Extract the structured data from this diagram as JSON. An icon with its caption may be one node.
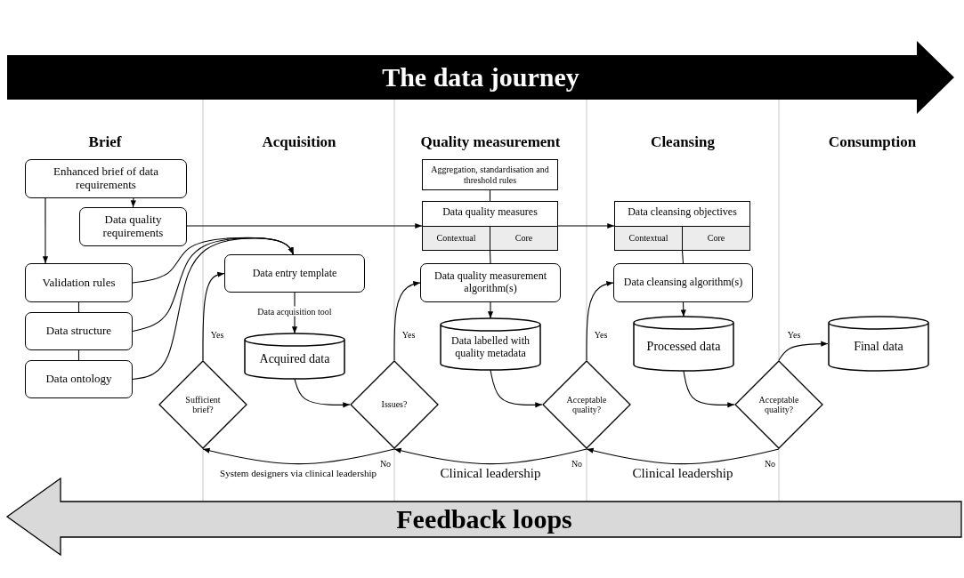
{
  "diagram": {
    "nodes": [
      {
        "text": [
          "The data journey"
        ]
      },
      {
        "text": [
          "Feedback loops"
        ]
      },
      {
        "text": [
          "Enhanced brief of data requirements"
        ]
      },
      {
        "text": [
          "Data quality requirements"
        ]
      },
      {
        "text": [
          "Validation rules"
        ]
      },
      {
        "text": [
          "Data structure"
        ]
      },
      {
        "text": [
          "Data ontology"
        ]
      },
      {
        "text": [
          "Data entry template"
        ]
      },
      {
        "text": [
          "Acquired data"
        ]
      },
      {
        "text": [
          "Sufficient brief?"
        ]
      },
      {
        "text": [
          "Aggregation, standardisation and threshold rules"
        ]
      },
      {
        "text": [
          "Data quality measures"
        ]
      },
      {
        "text": [
          "Contextual"
        ],
        "in": 11
      },
      {
        "text": [
          "Core"
        ],
        "in": 11
      },
      {
        "text": [
          "Data quality measurement algorithm(s)"
        ]
      },
      {
        "text": [
          "Data labelled with quality metadata"
        ]
      },
      {
        "text": [
          "Issues?"
        ]
      },
      {
        "text": [
          "Data cleansing objectives"
        ]
      },
      {
        "text": [
          "Contextual"
        ],
        "in": 17
      },
      {
        "text": [
          "Core"
        ],
        "in": 17
      },
      {
        "text": [
          "Data cleansing algorithm(s)"
        ]
      },
      {
        "text": [
          "Processed data"
        ]
      },
      {
        "text": [
          "Acceptable quality?"
        ]
      },
      {
        "text": [
          "Final data"
        ]
      },
      {
        "text": [
          "Acceptable quality?"
        ]
      }
    ],
    "edges": [
      {
        "from": 2,
        "to": 3,
        "arrow": "to"
      },
      {
        "from": 2,
        "to": 4,
        "arrow": "to"
      },
      {
        "from": 4,
        "to": 5,
        "arrow": "none"
      },
      {
        "from": 5,
        "to": 6,
        "arrow": "none"
      },
      {
        "from": 3,
        "to": 11,
        "arrow": "to"
      },
      {
        "from": 11,
        "to": 17,
        "arrow": "to"
      },
      {
        "from": 10,
        "to": 11,
        "arrow": "none"
      },
      {
        "from": 11,
        "to": 14,
        "arrow": "none"
      },
      {
        "from": 17,
        "to": 20,
        "arrow": "none"
      },
      {
        "from": 4,
        "to": 7,
        "arrow": "to"
      },
      {
        "from": 5,
        "to": 7,
        "arrow": "to"
      },
      {
        "from": 6,
        "to": 7,
        "arrow": "to"
      },
      {
        "from": 7,
        "to": 8,
        "arrow": "to",
        "label": "Data acquisition tool"
      },
      {
        "from": 9,
        "to": 7,
        "arrow": "to",
        "label": "Yes"
      },
      {
        "from": 8,
        "to": 16,
        "arrow": "to"
      },
      {
        "from": 16,
        "to": 14,
        "arrow": "to",
        "label": "Yes"
      },
      {
        "from": 14,
        "to": 15,
        "arrow": "to"
      },
      {
        "from": 15,
        "to": 22,
        "arrow": "to"
      },
      {
        "from": 22,
        "to": 20,
        "arrow": "to",
        "label": "Yes"
      },
      {
        "from": 20,
        "to": 21,
        "arrow": "to"
      },
      {
        "from": 21,
        "to": 24,
        "arrow": "to"
      },
      {
        "from": 24,
        "to": 23,
        "arrow": "to",
        "label": "Yes"
      },
      {
        "from": 16,
        "to": 9,
        "arrow": "to",
        "label": "System designers via clinical leadership"
      },
      {
        "from": 22,
        "to": 16,
        "arrow": "to",
        "label": "Clinical leadership"
      },
      {
        "from": 24,
        "to": 22,
        "arrow": "to",
        "label": "Clinical leadership"
      }
    ],
    "labels": [
      "Brief",
      "Acquisition",
      "Quality measurement",
      "Cleansing",
      "Consumption",
      "No",
      "No",
      "No"
    ]
  }
}
